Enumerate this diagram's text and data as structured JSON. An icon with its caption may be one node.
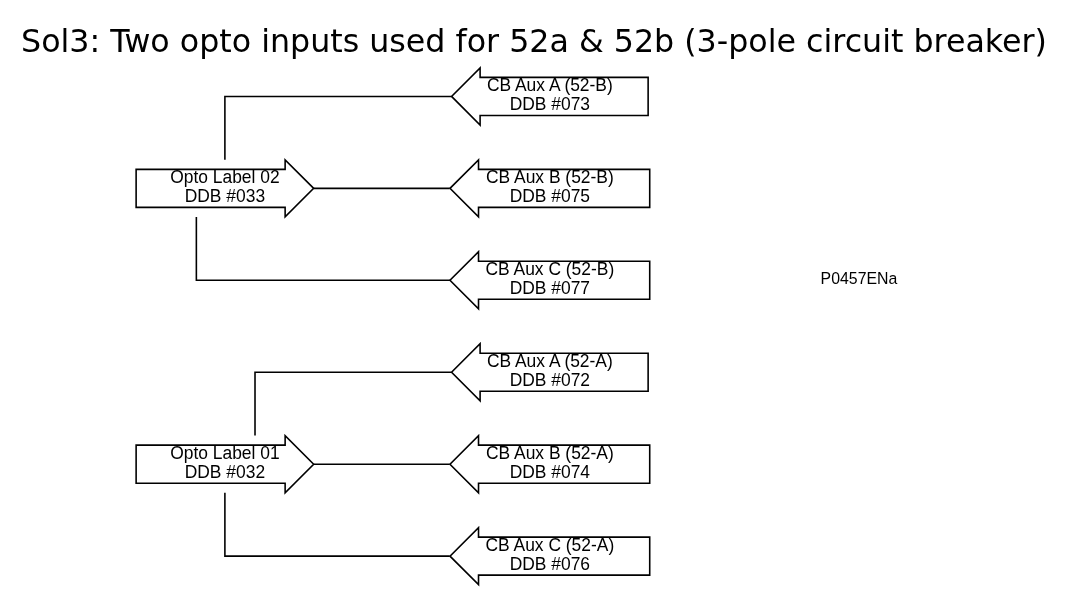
{
  "diagram": {
    "title": "Sol3: Two opto inputs used for 52a & 52b (3-pole circuit breaker)",
    "nodes": [
      {
        "text": [
          "Opto Label 01",
          "DDB #032"
        ]
      },
      {
        "text": [
          "CB Aux A (52-A)",
          "DDB #072"
        ]
      },
      {
        "text": [
          "CB Aux B (52-A)",
          "DDB #074"
        ]
      },
      {
        "text": [
          "CB Aux C (52-A)",
          "DDB #076"
        ]
      },
      {
        "text": [
          "Opto Label 02",
          "DDB #033"
        ]
      },
      {
        "text": [
          "CB Aux A (52-B)",
          "DDB #073"
        ]
      },
      {
        "text": [
          "CB Aux B (52-B)",
          "DDB #075"
        ]
      },
      {
        "text": [
          "CB Aux C (52-B)",
          "DDB #077"
        ]
      }
    ],
    "edges": [
      {
        "from": 0,
        "to": 1,
        "arrow": "none"
      },
      {
        "from": 0,
        "to": 2,
        "arrow": "none"
      },
      {
        "from": 0,
        "to": 3,
        "arrow": "none"
      },
      {
        "from": 4,
        "to": 5,
        "arrow": "none"
      },
      {
        "from": 4,
        "to": 6,
        "arrow": "none"
      },
      {
        "from": 4,
        "to": 7,
        "arrow": "none"
      }
    ],
    "labels": [
      "P0457ENa"
    ]
  }
}
